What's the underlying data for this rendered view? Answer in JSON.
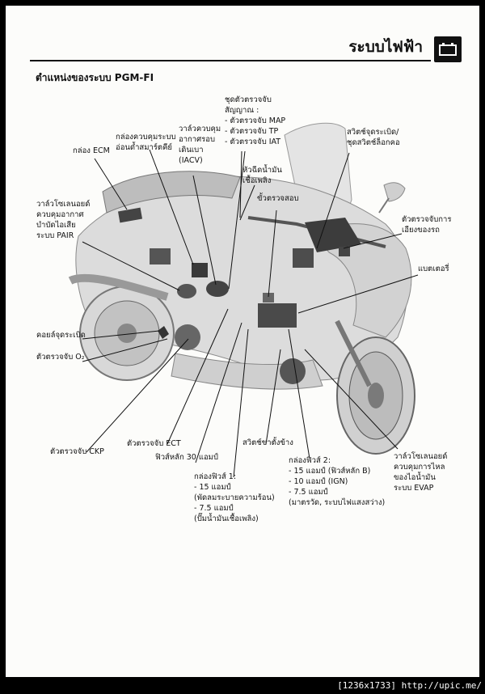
{
  "header": {
    "title": "ระบบไฟฟ้า",
    "icon": "battery-icon"
  },
  "section_title": "ตำแหน่งของระบบ PGM-FI",
  "labels": {
    "ecm_box": [
      "กล่อง ECM"
    ],
    "smart_key_box": [
      "กล่องควบคุมระบบ",
      "อ่อนด้ำสมาร์ตคีย์"
    ],
    "iacv": [
      "วาล์วควบคุม",
      "อากาศรอบ",
      "เดินเบา",
      "(IACV)"
    ],
    "sensor_unit": [
      "ชุดตัวตรวจจับ",
      "สัญญาณ :",
      "- ตัวตรวจจับ MAP",
      "- ตัวตรวจจับ TP",
      "- ตัวตรวจจับ IAT"
    ],
    "ignition_switch": [
      "สวิตช์จุดระเบิด/",
      "ชุดสวิตช์ล็อกคอ"
    ],
    "injector": [
      "หัวฉีดน้ำมัน",
      "เชื้อเพลิง"
    ],
    "check_connector": [
      "ขั้วตรวจสอบ"
    ],
    "pair_valve": [
      "วาล์วโซเลนอยด์",
      "ควบคุมอากาศ",
      "บำบัดไอเสีย",
      "ระบบ PAIR"
    ],
    "tilt_sensor": [
      "ตัวตรวจจับการ",
      "เอียงของรถ"
    ],
    "battery": [
      "แบตเตอรี่"
    ],
    "ignition_coil": [
      "คอยล์จุดระเบิด"
    ],
    "o2_sensor": [
      "ตัวตรวจจับ O₂"
    ],
    "ckp_sensor": [
      "ตัวตรวจจับ CKP"
    ],
    "ect_sensor": [
      "ตัวตรวจจับ ECT"
    ],
    "main_fuse": [
      "ฟิวส์หลัก 30 แอมป์"
    ],
    "side_stand_switch": [
      "สวิตช์ขาตั้งข้าง"
    ],
    "fuse_box_1": [
      "กล่องฟิวส์ 1:",
      "- 15 แอมป์",
      "(พัดลมระบายความร้อน)",
      "- 7.5 แอมป์",
      "(ปั๊มน้ำมันเชื้อเพลิง)"
    ],
    "fuse_box_2": [
      "กล่องฟิวส์ 2:",
      "- 15 แอมป์ (ฟิวส์หลัก B)",
      "- 10 แอมป์ (IGN)",
      "- 7.5 แอมป์",
      "(มาตรวัด, ระบบไฟแสงสว่าง)"
    ],
    "evap_valve": [
      "วาล์วโซเลนอยด์",
      "ควบคุมการไหล",
      "ของไอน้ำมัน",
      "ระบบ EVAP"
    ]
  },
  "footer": "[1236x1733] http://upic.me/"
}
